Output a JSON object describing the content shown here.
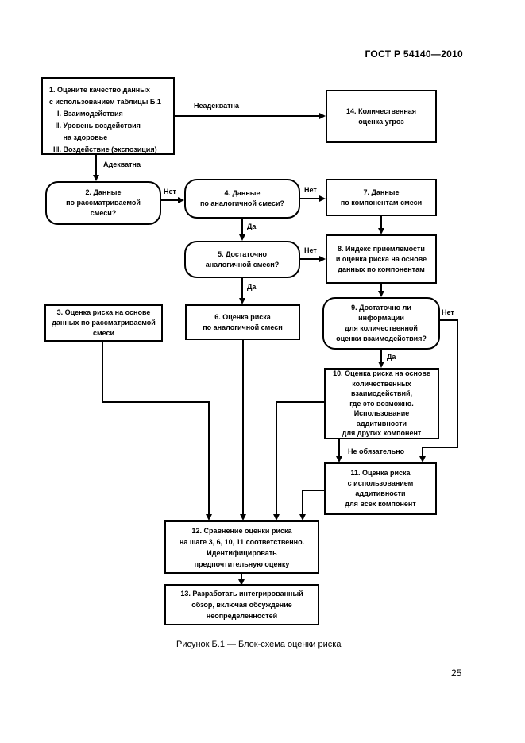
{
  "page": {
    "header": "ГОСТ Р 54140—2010",
    "caption": "Рисунок Б.1 — Блок-схема оценки риска",
    "page_number": "25"
  },
  "flowchart": {
    "nodes": {
      "n1": "1. Оцените качество данных\nс использованием таблицы Б.1\n    I. Взаимодействия\n   II. Уровень воздействия\n       на здоровье\n  III. Воздействие (экспозиция)",
      "n2": "2. Данные\nпо рассматриваемой\nсмеси?",
      "n3": "3. Оценка риска на основе\nданных по рассматриваемой\nсмеси",
      "n4": "4. Данные\nпо аналогичной смеси?",
      "n5": "5. Достаточно\nаналогичной смеси?",
      "n6": "6. Оценка риска\nпо аналогичной смеси",
      "n7": "7. Данные\nпо компонентам смеси",
      "n8": "8. Индекс приемлемости\nи оценка риска на основе\nданных по компонентам",
      "n9": "9. Достаточно ли\nинформации\nдля количественной\nоценки взаимодействия?",
      "n10": "10. Оценка риска на основе\nколичественных\nвзаимодействий,\nгде это возможно.\nИспользование\nаддитивности\nдля других компонент",
      "n11": "11. Оценка риска\nс использованием\nаддитивности\nдля всех компонент",
      "n12": "12. Сравнение оценки риска\nна шаге 3, 6, 10, 11 соответственно.\nИдентифицировать\nпредпочтительную оценку",
      "n13": "13. Разработать интегрированный\nобзор, включая обсуждение\nнеопределенностей",
      "n14": "14. Количественная\nоценка угроз"
    },
    "labels": {
      "adequate": "Адекватна",
      "inadequate": "Неадекватна",
      "yes": "Да",
      "no": "Нет",
      "not_required": "Не обязательно"
    },
    "colors": {
      "line": "#000000",
      "background": "#ffffff"
    }
  }
}
